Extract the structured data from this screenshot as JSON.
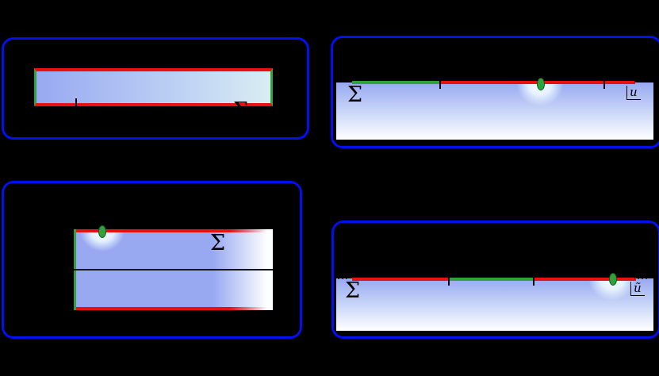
{
  "panels": {
    "top_left": {
      "sigma": "Σ"
    },
    "top_right": {
      "sigma": "Σ",
      "corner_label": "u"
    },
    "bottom_left": {
      "sigma": "Σ"
    },
    "bottom_right": {
      "sigma": "Σ",
      "corner_label": "ũ"
    }
  },
  "colors": {
    "background": "#000000",
    "frame_blue": "#0011ee",
    "boundary_red": "#e81010",
    "boundary_green": "#2fa23c",
    "fluid_blue": "#98a9f1",
    "fade_white": "#ffffff",
    "strip_pale_right": "#d9edf3"
  }
}
